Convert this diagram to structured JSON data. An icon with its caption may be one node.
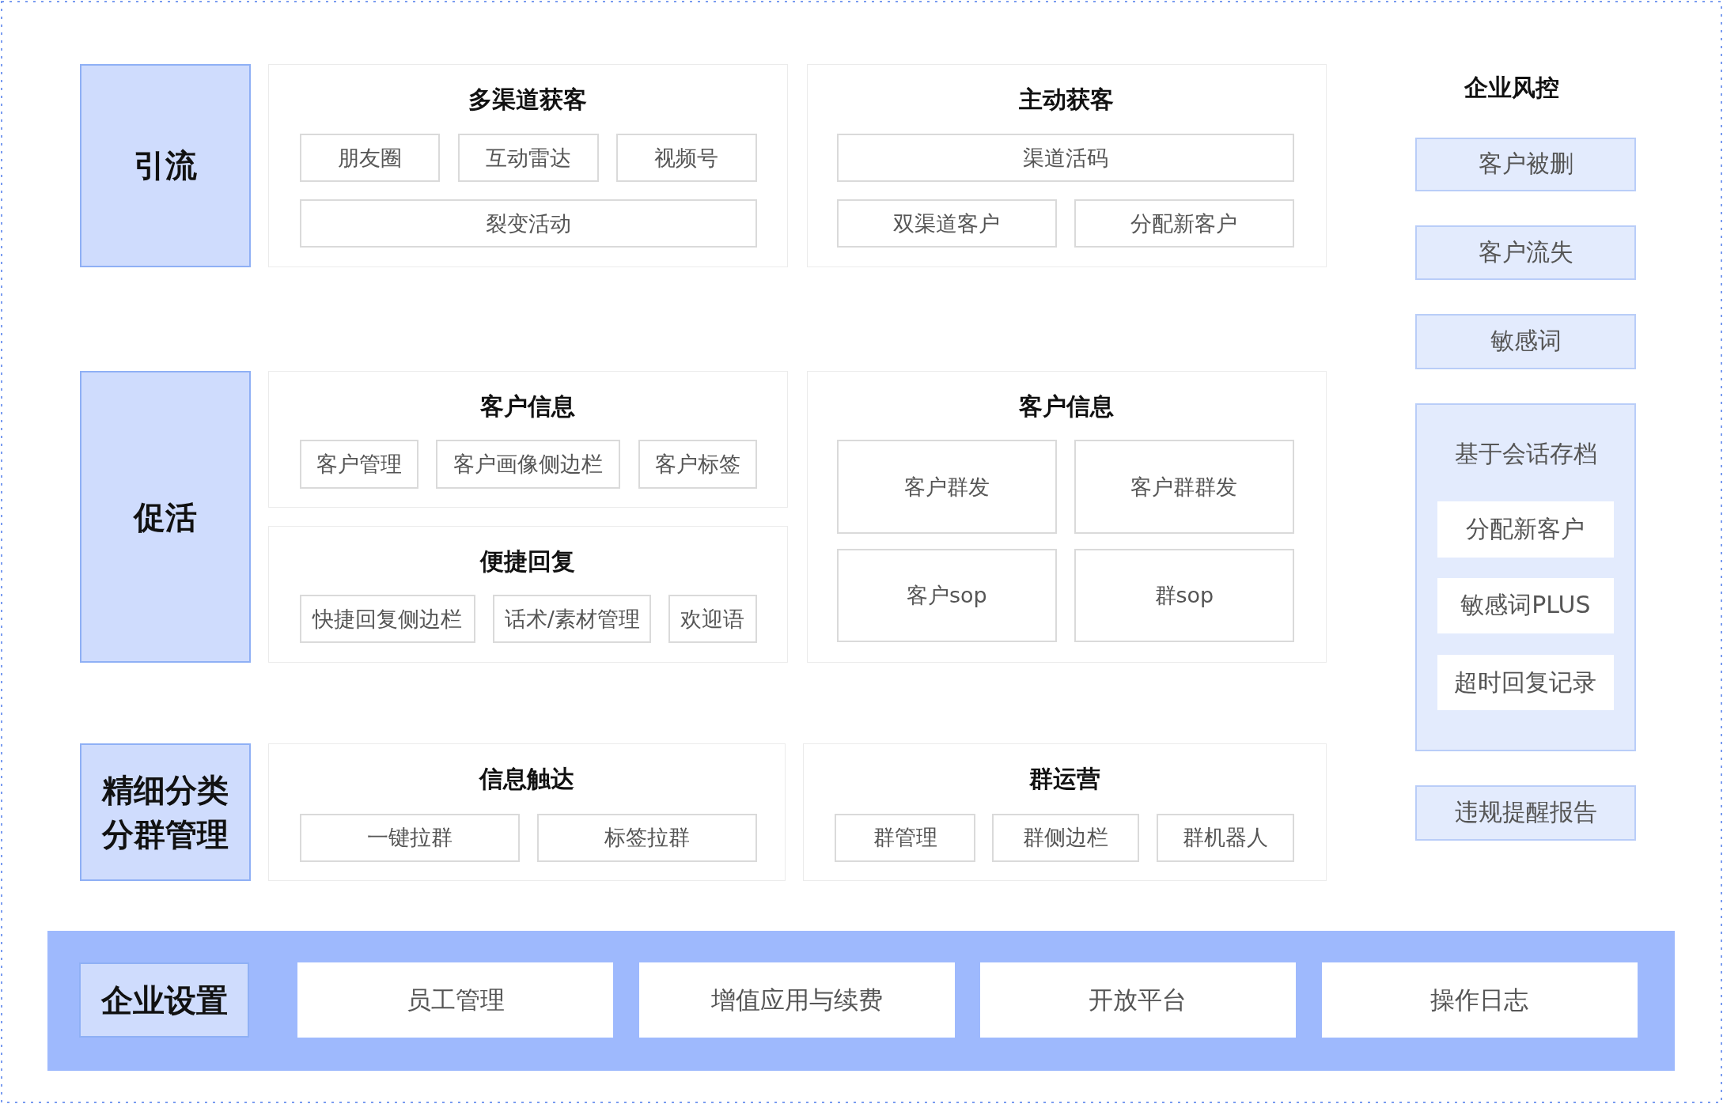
{
  "diagram": {
    "nodes": [
      {
        "text": [
          "引流"
        ]
      },
      {
        "text": [
          "多渠道获客"
        ]
      },
      {
        "text": [
          "朋友圈"
        ],
        "in": 1
      },
      {
        "text": [
          "互动雷达"
        ],
        "in": 1
      },
      {
        "text": [
          "视频号"
        ],
        "in": 1
      },
      {
        "text": [
          "裂变活动"
        ],
        "in": 1
      },
      {
        "text": [
          "主动获客"
        ]
      },
      {
        "text": [
          "渠道活码"
        ],
        "in": 6
      },
      {
        "text": [
          "双渠道客户"
        ],
        "in": 6
      },
      {
        "text": [
          "分配新客户"
        ],
        "in": 6
      },
      {
        "text": [
          "客户被删"
        ]
      },
      {
        "text": [
          "客户流失"
        ]
      },
      {
        "text": [
          "敏感词"
        ]
      },
      {
        "text": [
          "基于会话存档"
        ]
      },
      {
        "text": [
          "分配新客户"
        ],
        "in": 13
      },
      {
        "text": [
          "敏感词PLUS"
        ],
        "in": 13
      },
      {
        "text": [
          "超时回复记录"
        ],
        "in": 13
      },
      {
        "text": [
          "违规提醒报告"
        ]
      },
      {
        "text": [
          "促活"
        ]
      },
      {
        "text": [
          "客户信息"
        ]
      },
      {
        "text": [
          "客户管理"
        ],
        "in": 19
      },
      {
        "text": [
          "客户画像侧边栏"
        ],
        "in": 19
      },
      {
        "text": [
          "客户标签"
        ],
        "in": 19
      },
      {
        "text": [
          "便捷回复"
        ]
      },
      {
        "text": [
          "快捷回复侧边栏"
        ],
        "in": 23
      },
      {
        "text": [
          "话术/素材管理"
        ],
        "in": 23
      },
      {
        "text": [
          "欢迎语"
        ],
        "in": 23
      },
      {
        "text": [
          "客户信息"
        ]
      },
      {
        "text": [
          "客户群发"
        ],
        "in": 27
      },
      {
        "text": [
          "客户群群发"
        ],
        "in": 27
      },
      {
        "text": [
          "客户sop"
        ],
        "in": 27
      },
      {
        "text": [
          "群sop"
        ],
        "in": 27
      },
      {
        "text": [
          "精细分类分群管理"
        ]
      },
      {
        "text": [
          "信息触达"
        ]
      },
      {
        "text": [
          "一键拉群"
        ],
        "in": 33
      },
      {
        "text": [
          "标签拉群"
        ],
        "in": 33
      },
      {
        "text": [
          "群运营"
        ]
      },
      {
        "text": [
          "群管理"
        ],
        "in": 36
      },
      {
        "text": [
          "群侧边栏"
        ],
        "in": 36
      },
      {
        "text": [
          "群机器人"
        ],
        "in": 36
      },
      {
        "text": [],
        "shape": "bar"
      },
      {
        "text": [
          "企业设置"
        ],
        "in": 40
      },
      {
        "text": [
          "员工管理"
        ],
        "in": 40
      },
      {
        "text": [
          "增值应用与续费"
        ],
        "in": 40
      },
      {
        "text": [
          "开放平台"
        ],
        "in": 40
      },
      {
        "text": [
          "操作日志"
        ],
        "in": 40
      }
    ],
    "labels": [
      "企业风控"
    ]
  }
}
